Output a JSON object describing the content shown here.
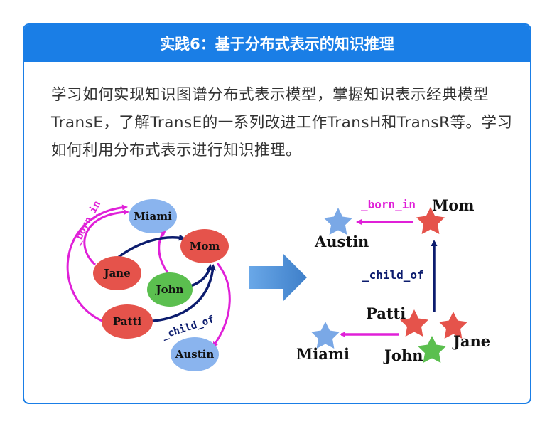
{
  "card": {
    "title": "实践6：基于分布式表示的知识推理",
    "description": "学习如何实现知识图谱分布式表示模型，掌握知识表示经典模型TransE，了解TransE的一系列改进工作TransH和TransR等。学习如何利用分布式表示进行知识推理。"
  },
  "graph": {
    "nodes": {
      "miami": "Miami",
      "mom": "Mom",
      "jane": "Jane",
      "john": "John",
      "patti": "Patti",
      "austin": "Austin"
    },
    "edges": {
      "born_in": "_born_in",
      "child_of": "_child_of"
    }
  },
  "embedding": {
    "labels": {
      "mom": "Mom",
      "austin": "Austin",
      "patti": "Patti",
      "jane": "Jane",
      "miami": "Miami",
      "john": "John"
    },
    "relations": {
      "born_in": "_born_in",
      "child_of": "_child_of"
    }
  },
  "colors": {
    "accent": "#1a7ee6",
    "node_red": "#e5534b",
    "node_blue": "#8ab4ee",
    "node_green": "#5bbf4f",
    "born_in": "#e020d8",
    "child_of": "#0c1c6e",
    "arrow_big": "#4a8fd8"
  }
}
